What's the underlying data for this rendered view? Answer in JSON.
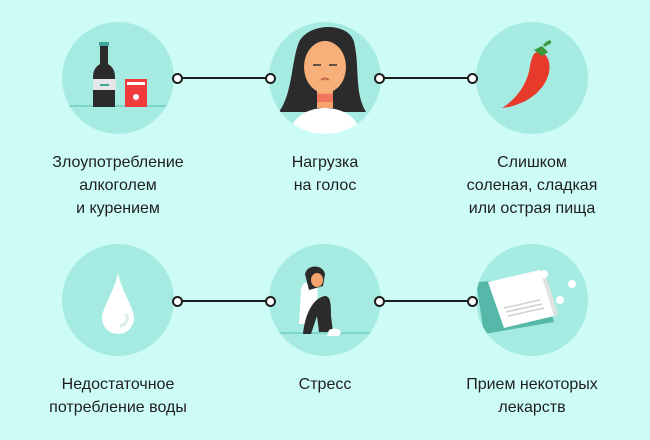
{
  "items": [
    {
      "lines": [
        "Злоупотребление",
        "алкоголем",
        "и курением"
      ],
      "icon": "bottle-and-cigarettes-icon"
    },
    {
      "lines": [
        "Нагрузка",
        "на голос"
      ],
      "icon": "woman-sore-throat-icon"
    },
    {
      "lines": [
        "Слишком",
        "соленая, сладкая",
        "или острая пища"
      ],
      "icon": "chili-pepper-icon"
    },
    {
      "lines": [
        "Недостаточное",
        "потребление воды"
      ],
      "icon": "water-drop-icon"
    },
    {
      "lines": [
        "Стресс"
      ],
      "icon": "stressed-person-icon"
    },
    {
      "lines": [
        "Прием некоторых",
        "лекарств"
      ],
      "icon": "medicine-pills-icon"
    }
  ],
  "colors": {
    "background": "#cdfcf6",
    "circle": "#a6ebe1",
    "line": "#1e1e1e"
  }
}
